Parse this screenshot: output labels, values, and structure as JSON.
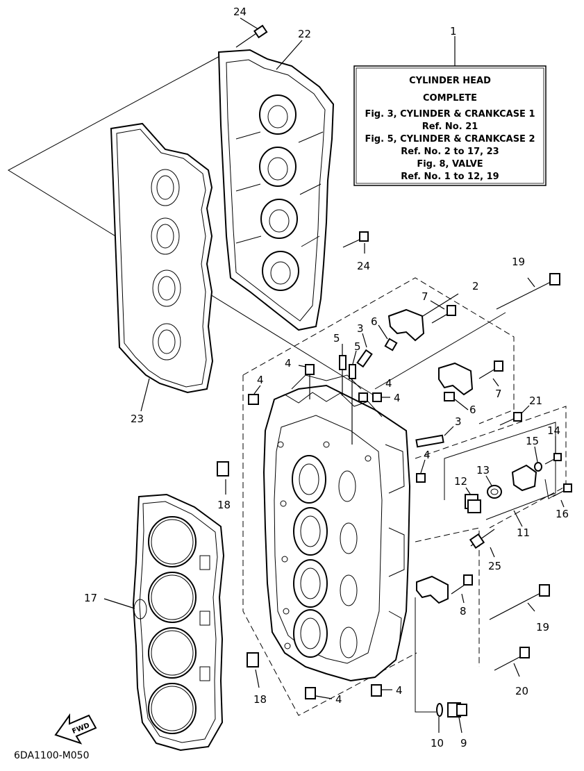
{
  "info_box": {
    "callout": "1",
    "lines": [
      "CYLINDER HEAD",
      "COMPLETE",
      "Fig. 3, CYLINDER & CRANKCASE 1",
      "Ref. No. 21",
      "Fig. 5, CYLINDER & CRANKCASE 2",
      "Ref. No. 2 to 17, 23",
      "Fig. 8, VALVE",
      "Ref. No. 1 to 12, 19"
    ]
  },
  "callouts": {
    "c2": "2",
    "c3a": "3",
    "c3b": "3",
    "c4a": "4",
    "c4b": "4",
    "c4c": "4",
    "c4d": "4",
    "c4e": "4",
    "c4f": "4",
    "c5a": "5",
    "c5b": "5",
    "c6a": "6",
    "c6b": "6",
    "c7a": "7",
    "c7b": "7",
    "c8": "8",
    "c9": "9",
    "c10": "10",
    "c11": "11",
    "c12": "12",
    "c13": "13",
    "c14": "14",
    "c15": "15",
    "c16": "16",
    "c17": "17",
    "c18a": "18",
    "c18b": "18",
    "c19a": "19",
    "c19b": "19",
    "c20": "20",
    "c21": "21",
    "c22": "22",
    "c23": "23",
    "c24a": "24",
    "c24b": "24",
    "c25": "25"
  },
  "fwd_label": "FWD",
  "diagram_code": "6DA1100-M050"
}
